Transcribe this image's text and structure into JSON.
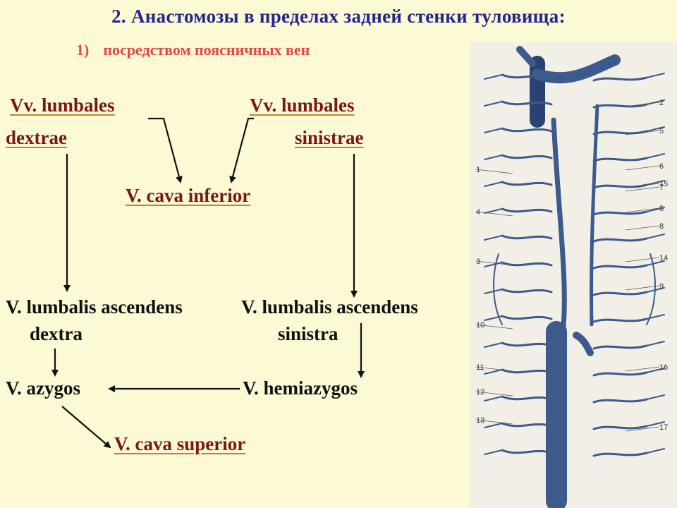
{
  "title": "2. Анастомозы в пределах задней стенки туловища:",
  "subtitle": {
    "number": "1)",
    "text": "посредством поясничных вен"
  },
  "nodes": {
    "lumbales_dextrae_line1": "Vv. lumbales",
    "lumbales_dextrae_line2": "dextrae",
    "lumbales_sinistrae_line1": "Vv. lumbales",
    "lumbales_sinistrae_line2": "sinistrae",
    "cava_inferior": "V. cava inferior",
    "ascendens_dextra_line1": "V. lumbalis ascendens",
    "ascendens_dextra_line2": "dextra",
    "ascendens_sinistra_line1": "V. lumbalis ascendens",
    "ascendens_sinistra_line2": "sinistra",
    "azygos": "V. azygos",
    "hemiazygos": "V. hemiazygos",
    "cava_superior": "V. cava superior"
  },
  "anatomy_labels": {
    "left": [
      "1",
      "4",
      "3",
      "10",
      "11",
      "12",
      "13"
    ],
    "right": [
      "2",
      "5",
      "6",
      "15",
      "7",
      "5",
      "8",
      "14",
      "9",
      "16",
      "17"
    ]
  },
  "colors": {
    "vein": "#3d5a8c",
    "vein_dark": "#2b4170",
    "title": "#26268a",
    "subtitle": "#e14848",
    "red_text": "#7a1616"
  }
}
